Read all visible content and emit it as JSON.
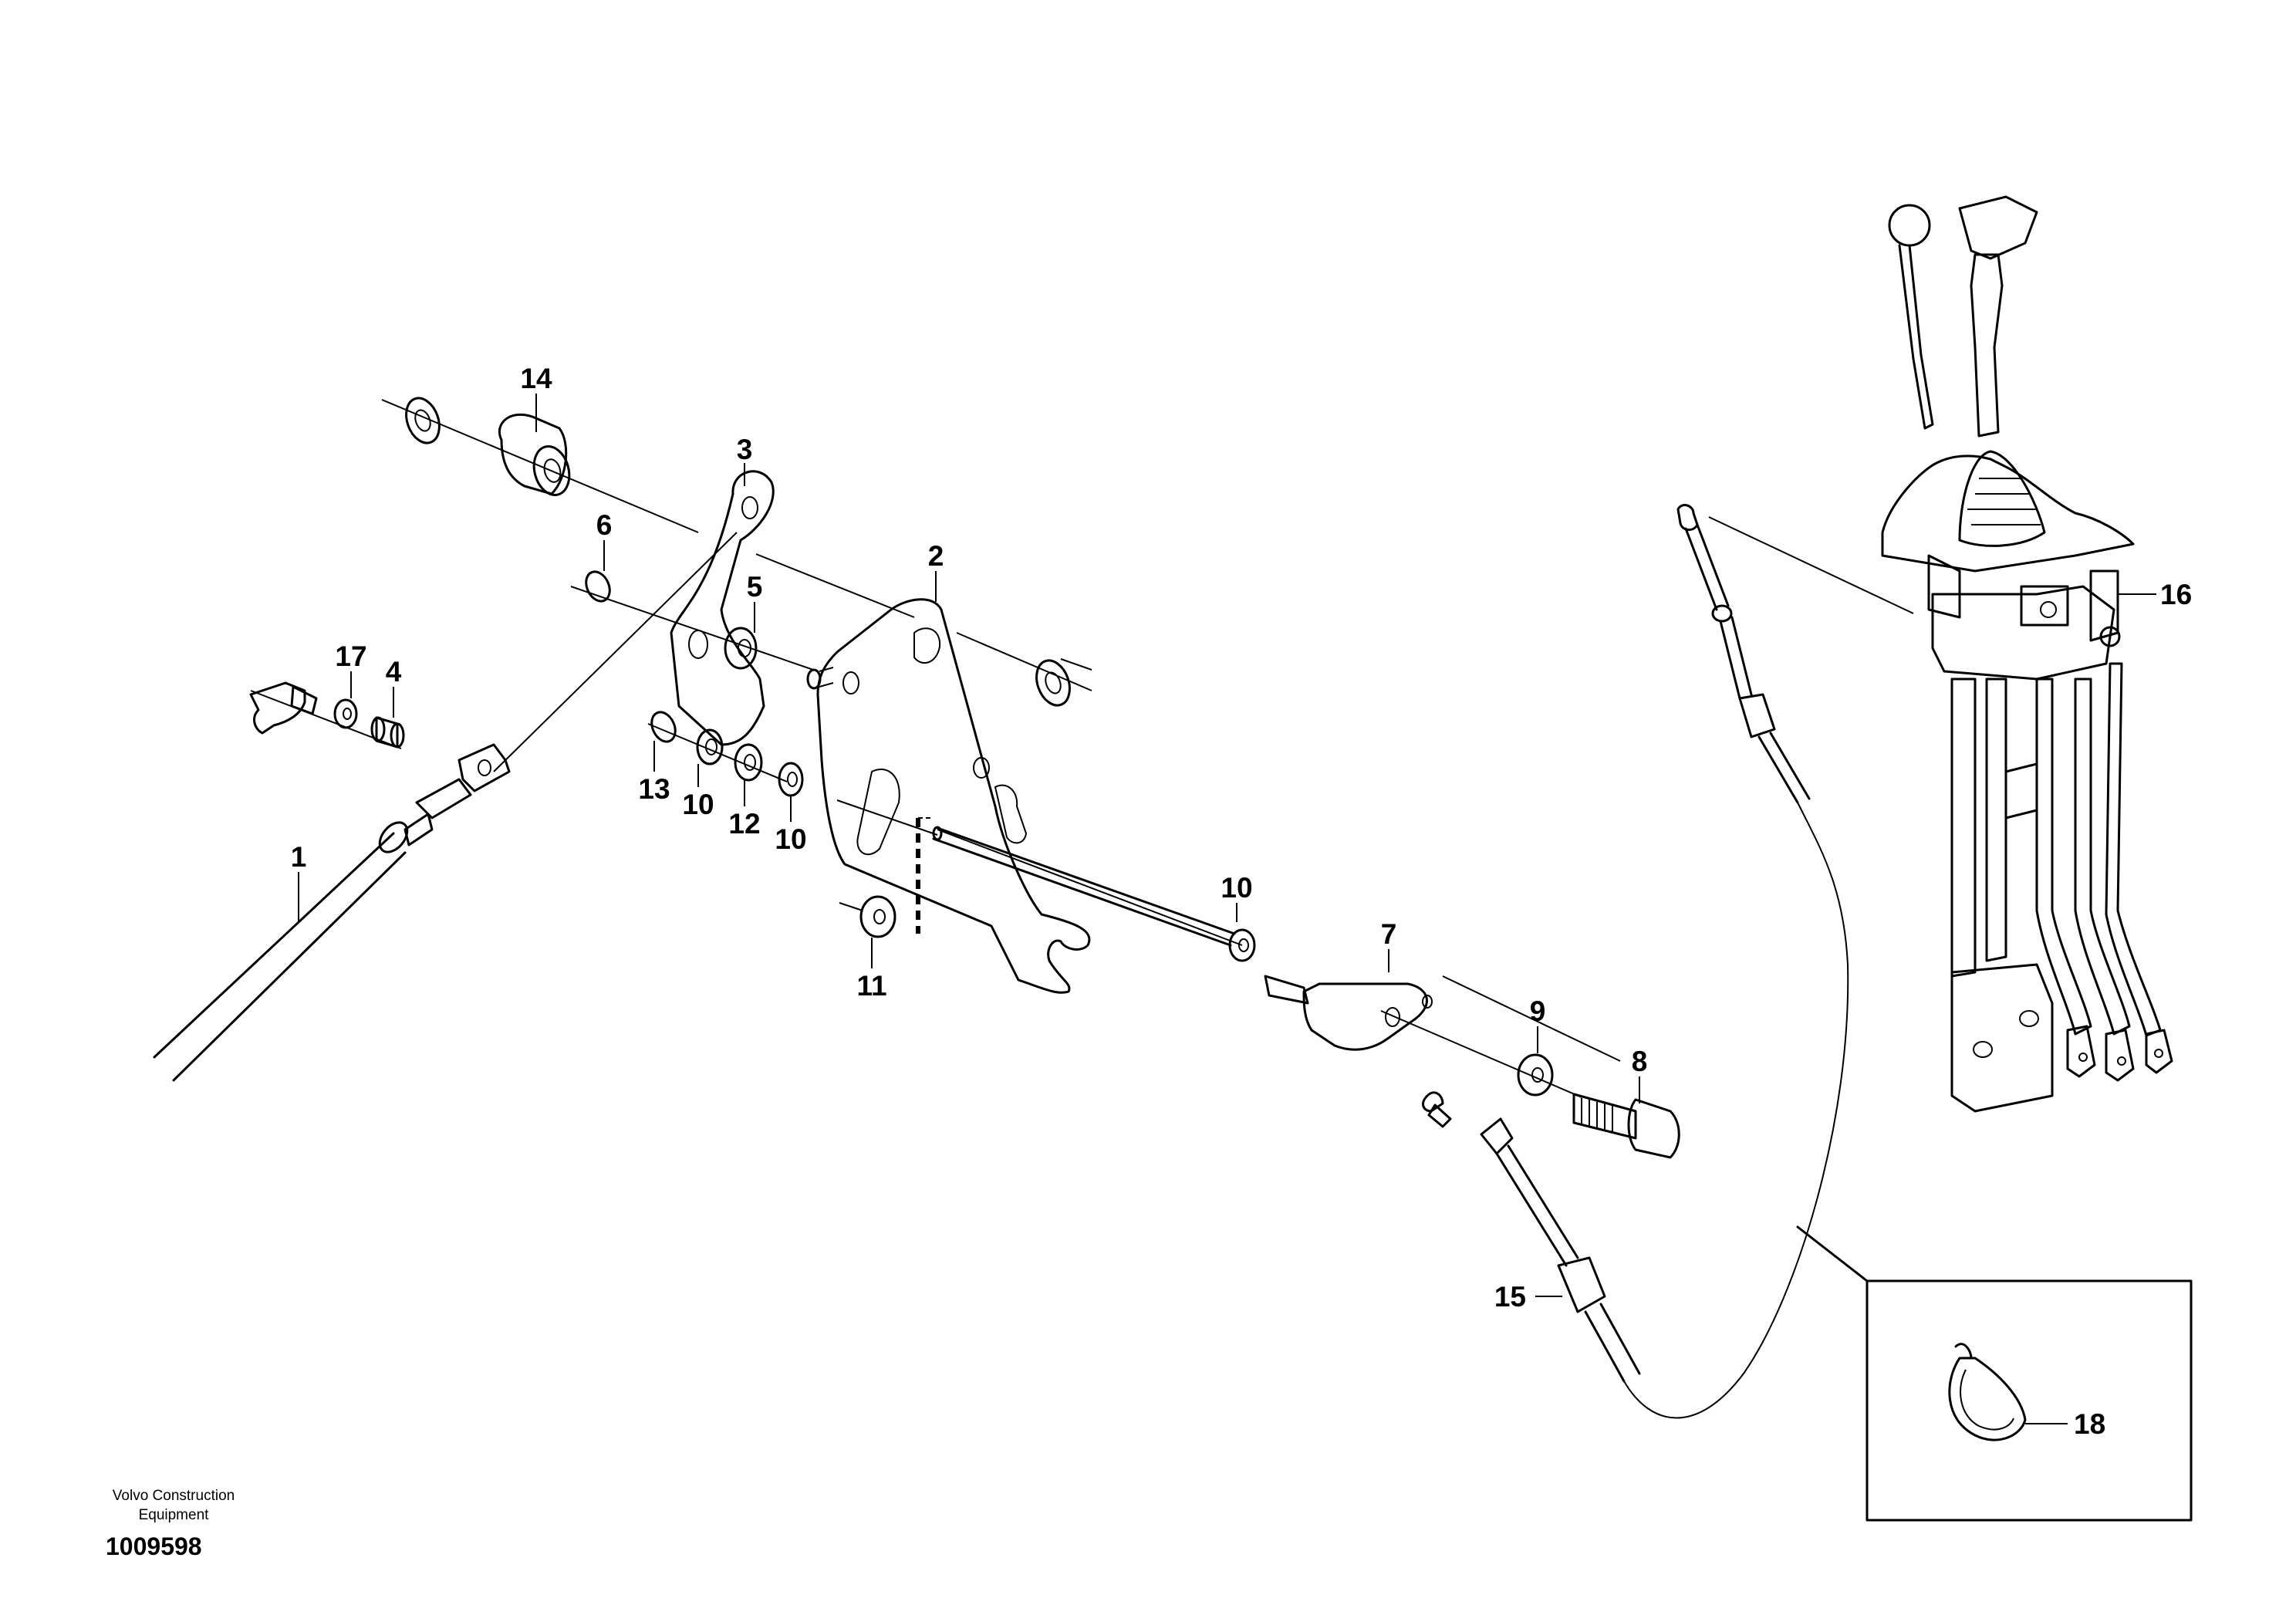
{
  "footer": {
    "manufacturer_line1": "Volvo Construction",
    "manufacturer_line2": "Equipment",
    "drawing_number": "1009598"
  },
  "callouts": {
    "c1": "1",
    "c2": "2",
    "c3": "3",
    "c4": "4",
    "c5": "5",
    "c6": "6",
    "c7": "7",
    "c8": "8",
    "c9": "9",
    "c10a": "10",
    "c10b": "10",
    "c10c": "10",
    "c11": "11",
    "c12": "12",
    "c13": "13",
    "c14": "14",
    "c15": "15",
    "c16": "16",
    "c17": "17",
    "c18": "18"
  }
}
